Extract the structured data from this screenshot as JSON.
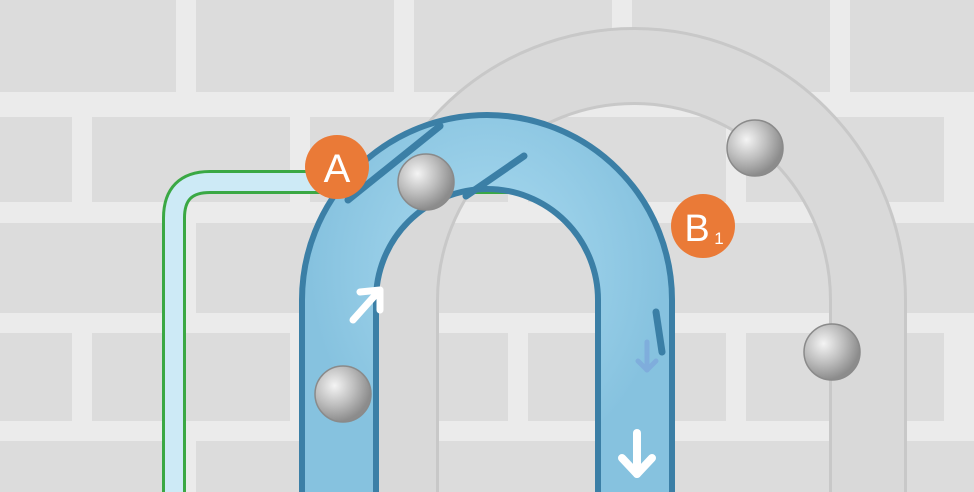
{
  "labels": {
    "a": "A",
    "b_letter": "B",
    "b_subscript": "1"
  },
  "colors": {
    "background": "#ebebeb",
    "brick": "#dcdcdc",
    "tube_fill": "#8ec8e4",
    "tube_highlight": "#a9d8ef",
    "tube_edge": "#3b7fa6",
    "outer_line": "#3aa844",
    "outer_fill": "#cdeaf6",
    "grey_track": "#d6d6d6",
    "grey_track_edge": "#c6c6c6",
    "badge": "#ea7a37",
    "arrow_white": "#ffffff",
    "arrow_faint": "#7ea9dc"
  },
  "icons": {
    "up_arrow": "arrow-up-right-icon",
    "down_arrow": "arrow-down-icon",
    "faint_down_arrow": "arrow-down-faint-icon"
  }
}
